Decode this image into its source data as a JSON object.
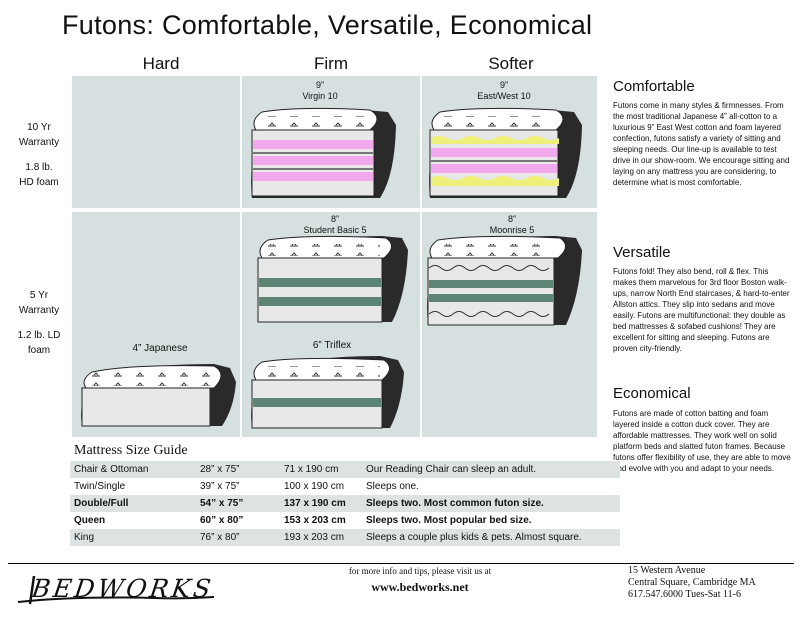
{
  "title": "Futons:   Comfortable, Versatile, Economical",
  "columns": {
    "hard": "Hard",
    "firm": "Firm",
    "softer": "Softer"
  },
  "rows": {
    "top": {
      "warranty": "10 Yr Warranty",
      "foam": "1.8 lb. HD foam"
    },
    "bottom": {
      "warranty": "5 Yr Warranty",
      "foam": "1.2 lb. LD foam"
    }
  },
  "mattresses": {
    "virgin": {
      "size": "9”",
      "name": "Virgin 10"
    },
    "eastwest": {
      "size": "9”",
      "name": "East/West 10"
    },
    "student": {
      "size": "8”",
      "name": "Student Basic 5"
    },
    "moonrise": {
      "size": "8”",
      "name": "Moonrise 5"
    },
    "japanese": {
      "name": "4” Japanese"
    },
    "triflex": {
      "name": "6” Triflex"
    }
  },
  "colors": {
    "panel": "#d6e0e0",
    "pink": "#f2a9ee",
    "yellow": "#eef07a",
    "green": "#5d8475",
    "foam_white": "#ffffff",
    "dark": "#2a2a2a"
  },
  "sidebar": {
    "comfortable": {
      "heading": "Comfortable",
      "body": "Futons come in many styles & firmnesses.  From the most traditional Japanese 4” all-cotton to a luxurious 9” East West cotton and foam layered confection, futons satisfy a variety of sitting and sleeping needs.  Our line-up is available to test drive in our show-room. We encourage sitting and laying on any mattress you are considering, to determine what is most comfortable."
    },
    "versatile": {
      "heading": "Versatile",
      "body": "Futons fold!  They also bend, roll & flex.  This makes them marvelous for 3rd floor Boston walk-ups, narrow North End staircases, & hard-to-enter Allston attics. They slip into sedans and move easily. Futons are multifunctional: they double as bed mattresses & sofabed cushions! They are excellent for sitting and sleeping. Futons are proven city-friendly."
    },
    "economical": {
      "heading": "Economical",
      "body": "Futons are made of cotton batting and foam layered inside a cotton duck cover. They are affordable mattresses. They work well on solid platform beds and slatted futon frames.  Because futons offer flexibility of use, they are able to move and evolve with you and adapt to your needs."
    }
  },
  "size_guide": {
    "title": "Mattress Size Guide",
    "rows": [
      {
        "name": "Chair & Ottoman",
        "inches": "28” x 75”",
        "cm": "71  x  190 cm",
        "note": "Our Reading Chair can sleep an adult.",
        "bold": false,
        "shade": true
      },
      {
        "name": "Twin/Single",
        "inches": "39” x 75”",
        "cm": "100 x 190 cm",
        "note": "Sleeps one.",
        "bold": false,
        "shade": false
      },
      {
        "name": "Double/Full",
        "inches": "54” x 75”",
        "cm": "137 x 190 cm",
        "note": "Sleeps two.  Most common futon size.",
        "bold": true,
        "shade": true
      },
      {
        "name": "Queen",
        "inches": "60” x 80”",
        "cm": "153 x 203 cm",
        "note": "Sleeps two.  Most popular bed size.",
        "bold": true,
        "shade": false
      },
      {
        "name": "King",
        "inches": "76” x 80”",
        "cm": "193 x 203 cm",
        "note": "Sleeps a couple plus kids & pets.  Almost square.",
        "bold": false,
        "shade": true
      }
    ]
  },
  "footer": {
    "logo": "BEDWORKS",
    "tagline": "for more info and tips, please visit us at",
    "url": "www.bedworks.net",
    "address1": "15 Western Avenue",
    "address2": "Central Square, Cambridge MA",
    "address3": "617.547.6000 Tues-Sat 11-6"
  }
}
